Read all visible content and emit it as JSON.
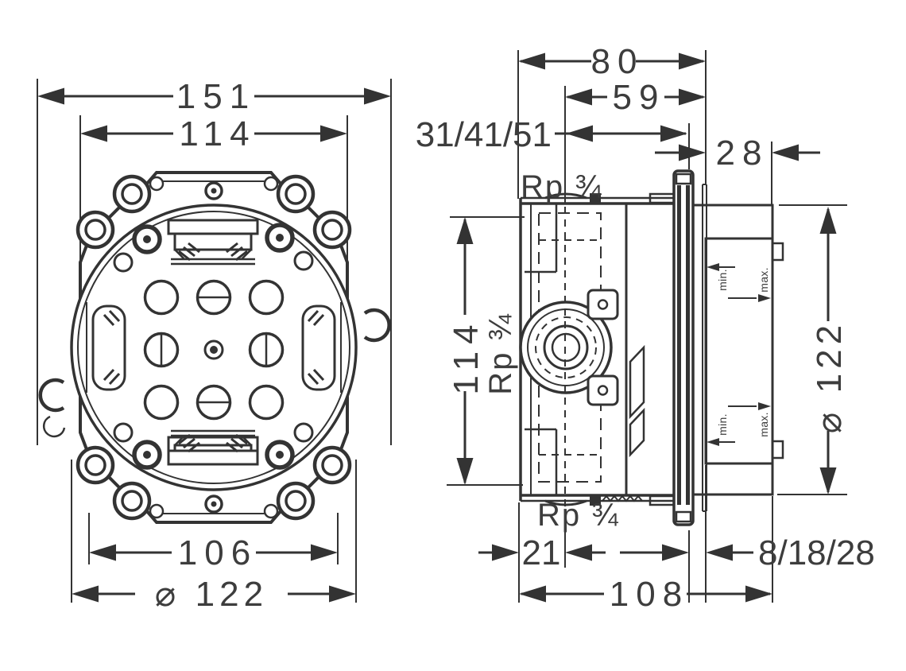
{
  "colors": {
    "line": "#333333",
    "text": "#3d3d3d",
    "background": "#ffffff"
  },
  "front_view": {
    "dim_width_overall": "151",
    "dim_width_flats": "114",
    "dim_width_bottom": "106",
    "dim_diameter": "⌀ 122"
  },
  "side_view": {
    "dim_depth_overall": "80",
    "dim_depth_front": "59",
    "dim_rough_in_range": "31/41/51",
    "dim_cover_depth": "28",
    "dim_height": "114",
    "dim_diameter": "⌀ 122",
    "dim_axis_offset": "21",
    "dim_finish_wall_range": "8/18/28",
    "dim_depth_total": "108",
    "port_top": "Rp ¾",
    "port_side": "Rp ¾",
    "port_bottom": "Rp ¾",
    "marker_min_top": "min.",
    "marker_max_top": "max.",
    "marker_min_bottom": "min.",
    "marker_max_bottom": "max."
  }
}
